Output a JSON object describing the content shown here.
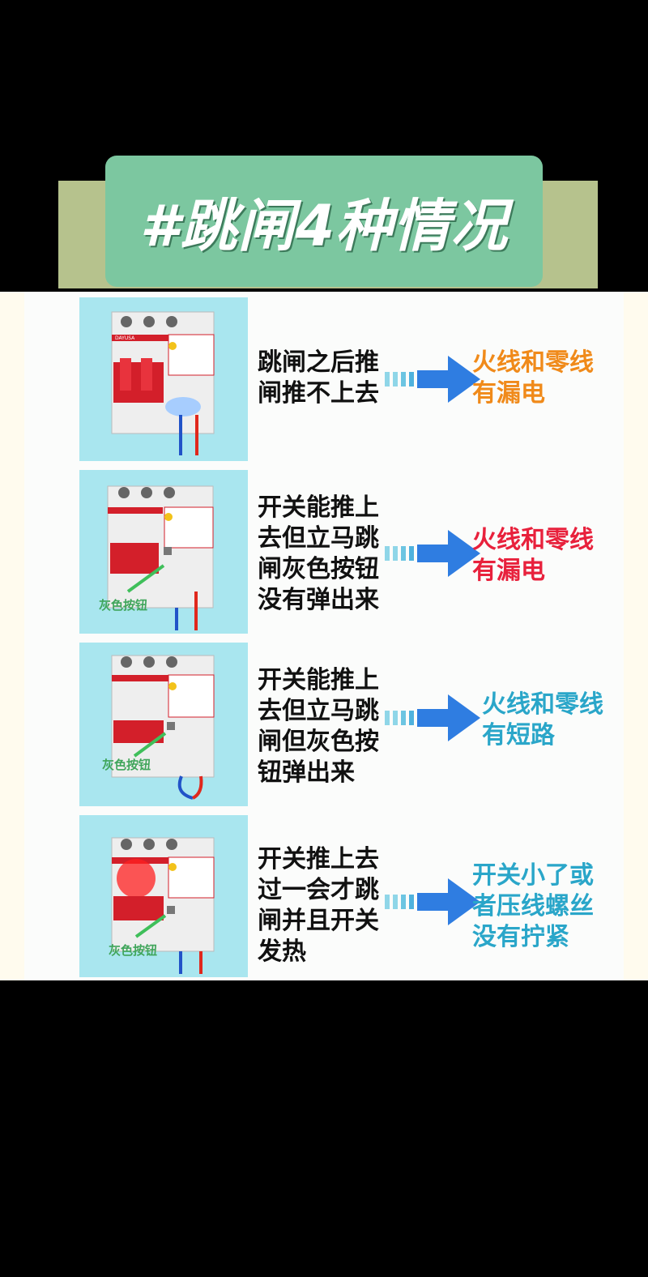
{
  "title": "#跳闸4种情况",
  "rows": [
    {
      "description": "跳闸之后推\n闸推不上去",
      "result": "火线和零线\n有漏电",
      "result_color": "orange",
      "image_label": ""
    },
    {
      "description": "开关能推上\n去但立马跳\n闸灰色按钮\n没有弹出来",
      "result": "火线和零线\n有漏电",
      "result_color": "red",
      "image_label": "灰色按钮"
    },
    {
      "description": "开关能推上\n去但立马跳\n闸但灰色按\n钮弹出来",
      "result": "火线和零线\n有短路",
      "result_color": "blue",
      "image_label": "灰色按钮"
    },
    {
      "description": "开关推上去\n过一会才跳\n闸并且开关\n发热",
      "result": "开关小了或\n者压线螺丝\n没有拧紧",
      "result_color": "blue",
      "image_label": "灰色按钮"
    }
  ],
  "breaker_brand": "DAYUSA",
  "colors": {
    "accent_blue": "#2f7de1",
    "orange": "#f08a1a",
    "red": "#e8213c",
    "blue": "#2aa6c9",
    "title_card": "#7cc7a0"
  }
}
